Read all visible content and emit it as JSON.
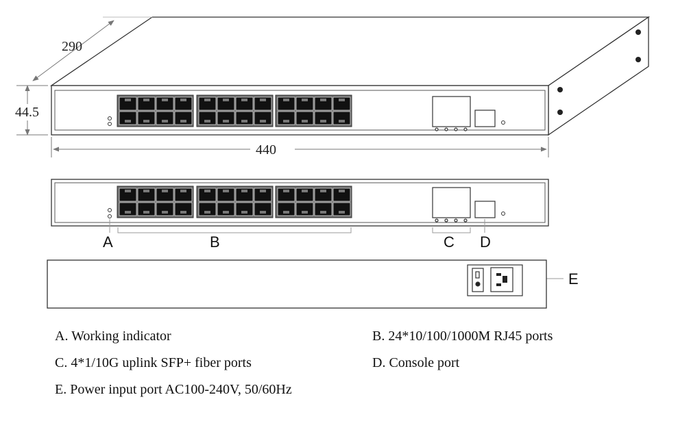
{
  "dimensions": {
    "depth": "290",
    "height": "44.5",
    "width": "440"
  },
  "callouts": {
    "a": "A",
    "b": "B",
    "c": "C",
    "d": "D",
    "e": "E"
  },
  "legend": {
    "a": "A. Working indicator",
    "b": "B. 24*10/100/1000M RJ45 ports",
    "c": "C. 4*1/10G uplink SFP+ fiber ports",
    "d": "D. Console port",
    "e": "E. Power input port AC100-240V, 50/60Hz"
  }
}
